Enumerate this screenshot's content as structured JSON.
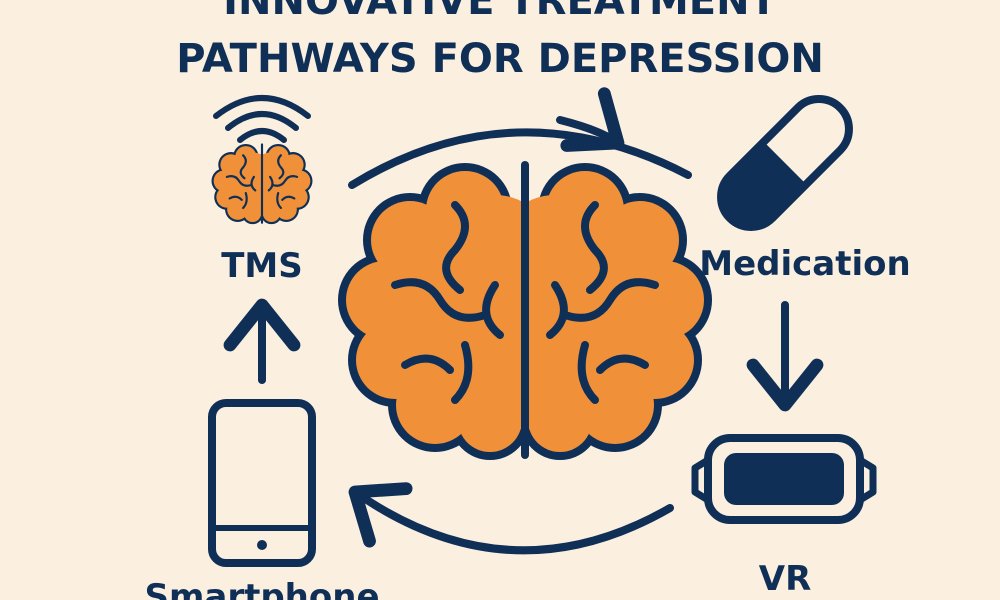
{
  "title": {
    "line1": "INNOVATIVE TREATMENT",
    "line2": "PATHWAYS FOR DEPRESSION"
  },
  "nodes": [
    {
      "label": "TMS",
      "icon": "brain-signal-icon"
    },
    {
      "label": "Medication",
      "icon": "pill-icon"
    },
    {
      "label": "VR",
      "icon": "vr-headset-icon"
    },
    {
      "label": "Smartphone",
      "icon": "smartphone-icon"
    }
  ],
  "center_icon": "brain-icon",
  "colors": {
    "background": "#fbefe0",
    "navy": "#0f2f57",
    "orange": "#f0913a"
  }
}
